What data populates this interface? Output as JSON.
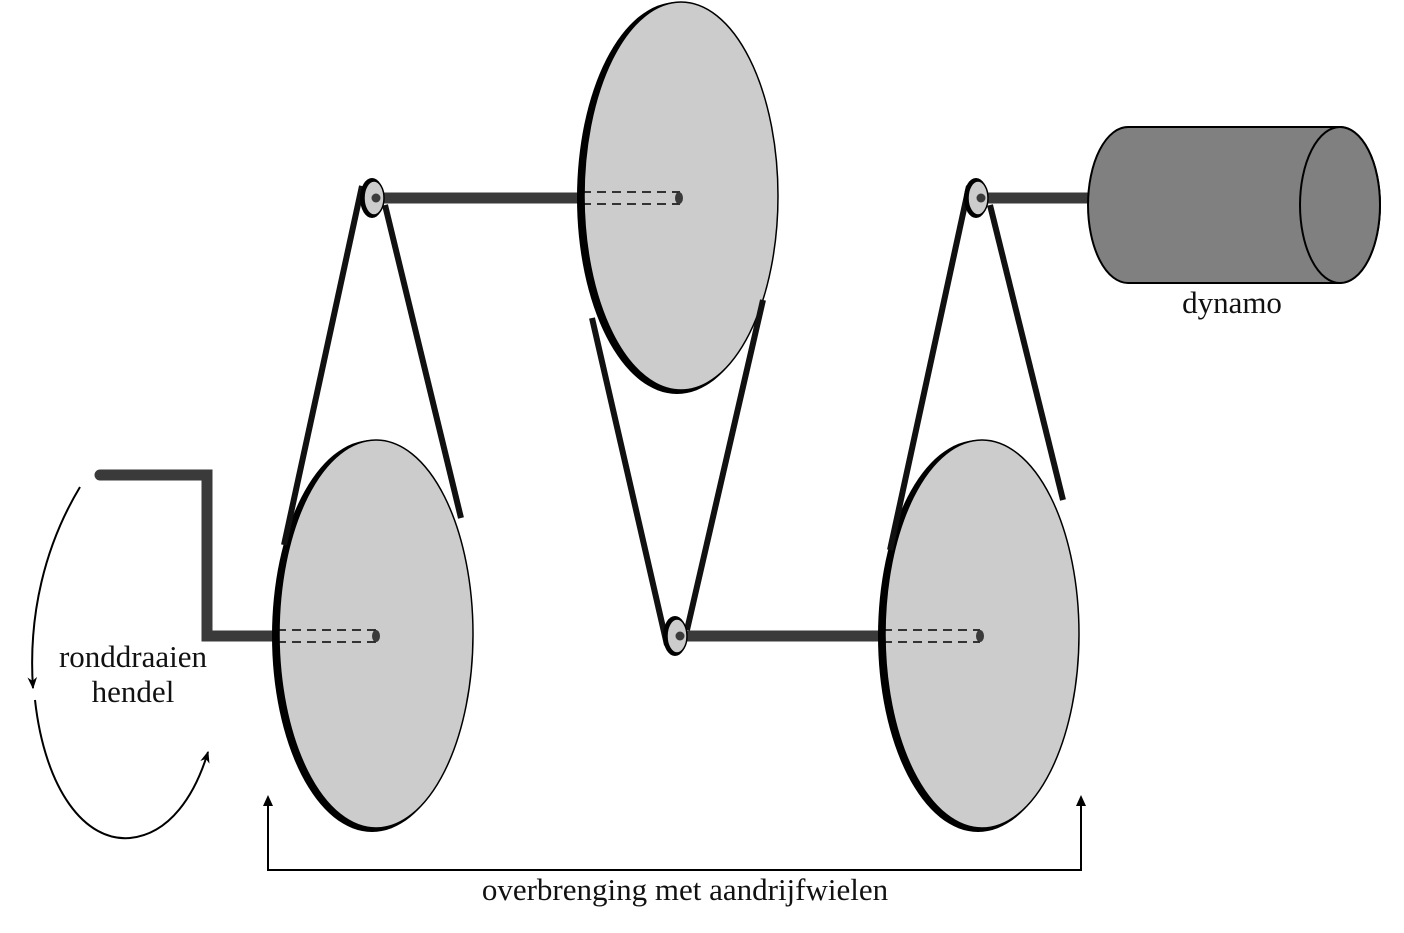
{
  "labels": {
    "dynamo": "dynamo",
    "crank_line1": "ronddraaien",
    "crank_line2": "hendel",
    "transmission": "overbrenging met aandrijfwielen"
  },
  "colors": {
    "wheel_fill": "#cccccc",
    "dynamo_fill": "#808080",
    "shaft": "#3a3a3a",
    "belt": "#111111",
    "outline": "#000000"
  }
}
